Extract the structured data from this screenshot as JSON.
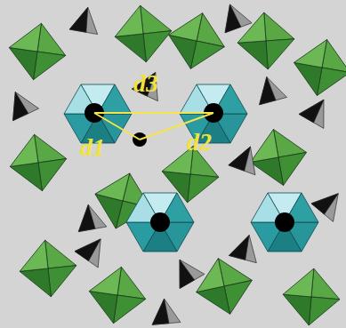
{
  "diagram": {
    "labels": [
      "d3",
      "d1",
      "d2"
    ]
  }
}
